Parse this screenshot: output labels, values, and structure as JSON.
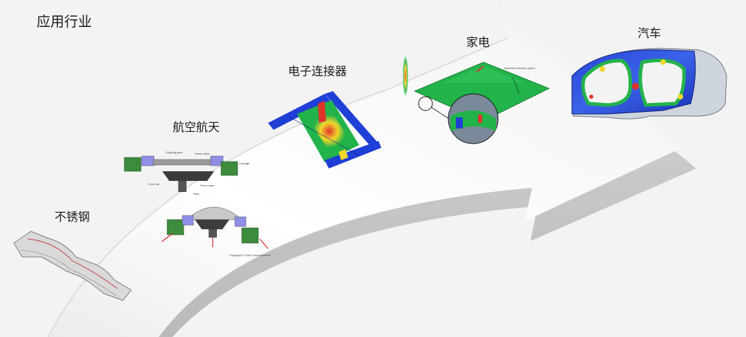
{
  "page": {
    "title": "应用行业"
  },
  "stages": [
    {
      "id": "stainless",
      "label": "不锈钢",
      "icon": "stainless-steel-part-icon"
    },
    {
      "id": "aerospace",
      "label": "航空航天",
      "icon": "stretch-forming-diagram-icon"
    },
    {
      "id": "electronics",
      "label": "电子连接器",
      "icon": "connector-simulation-icon"
    },
    {
      "id": "appliance",
      "label": "家电",
      "icon": "appliance-panel-simulation-icon"
    },
    {
      "id": "automotive",
      "label": "汽车",
      "icon": "car-body-panel-simulation-icon"
    }
  ],
  "aerospace_diagram": {
    "top_labels": [
      "Gripping jaws",
      "Sheet metal",
      "Carriage",
      "Form die",
      "Press table",
      "Ram"
    ],
    "copyright": "Copyright © 2009 CustomPartNet"
  },
  "appliance_diagram": {
    "callout": "Maximum thinning region"
  },
  "colors": {
    "background": "#f3f3f3",
    "arrow_face": "#ffffff",
    "arrow_shadow": "#c9c9c9",
    "sim_blue": "#1f3fd6",
    "sim_green": "#22b34a",
    "sim_red": "#e0332a",
    "sim_yellow": "#f3d72a",
    "die_green": "#3d8b3d"
  }
}
